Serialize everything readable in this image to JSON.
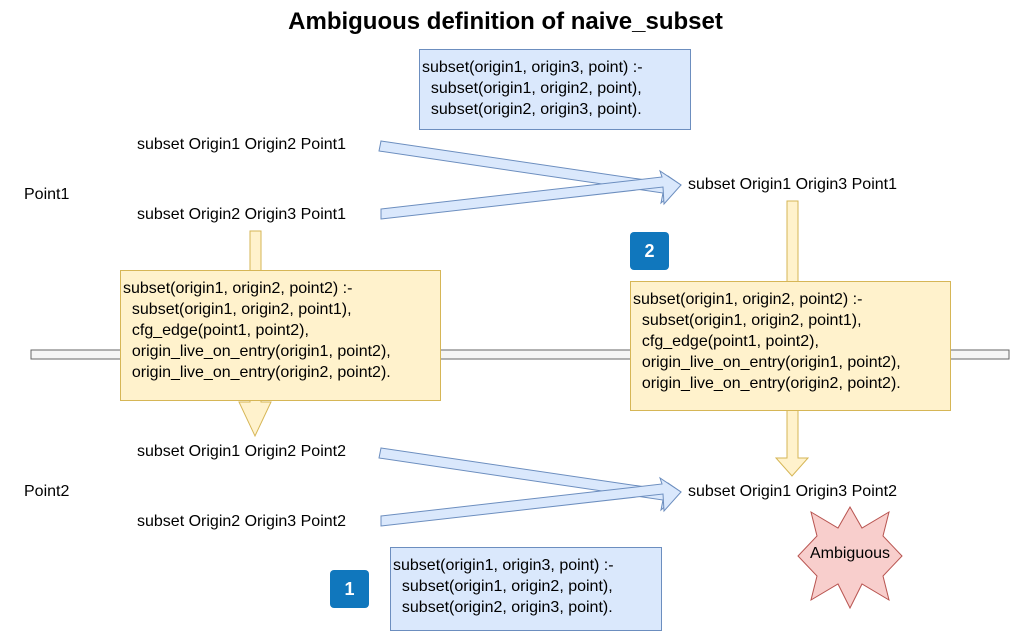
{
  "title": "Ambiguous definition of naive_subset",
  "colors": {
    "blue_fill": "#dae8fc",
    "blue_stroke": "#6c8ebf",
    "yellow_fill": "#fff2cc",
    "yellow_stroke": "#d6b656",
    "badge": "#1077bd",
    "star_fill": "#f8cecc",
    "star_stroke": "#b85450"
  },
  "points": {
    "point1": "Point1",
    "point2": "Point2"
  },
  "facts": {
    "p1_o1o2": "subset Origin1 Origin2 Point1",
    "p1_o2o3": "subset Origin2 Origin3 Point1",
    "p1_o1o3": "subset Origin1 Origin3 Point1",
    "p2_o1o2": "subset Origin1 Origin2 Point2",
    "p2_o2o3": "subset Origin2 Origin3 Point2",
    "p2_o1o3": "subset Origin1 Origin3 Point2"
  },
  "rules": {
    "transitive_top": [
      "subset(origin1, origin3, point) :-",
      "  subset(origin1, origin2, point),",
      "  subset(origin2, origin3, point)."
    ],
    "cfg_left": [
      "subset(origin1, origin2, point2) :-",
      "  subset(origin1, origin2, point1),",
      "  cfg_edge(point1, point2),",
      "  origin_live_on_entry(origin1, point2),",
      "  origin_live_on_entry(origin2, point2)."
    ],
    "cfg_right": [
      "subset(origin1, origin2, point2) :-",
      "  subset(origin1, origin2, point1),",
      "  cfg_edge(point1, point2),",
      "  origin_live_on_entry(origin1, point2),",
      "  origin_live_on_entry(origin2, point2)."
    ],
    "transitive_bottom": [
      "subset(origin1, origin3, point) :-",
      "  subset(origin1, origin2, point),",
      "  subset(origin2, origin3, point)."
    ]
  },
  "badges": {
    "one": "1",
    "two": "2"
  },
  "ambiguous": "Ambiguous"
}
